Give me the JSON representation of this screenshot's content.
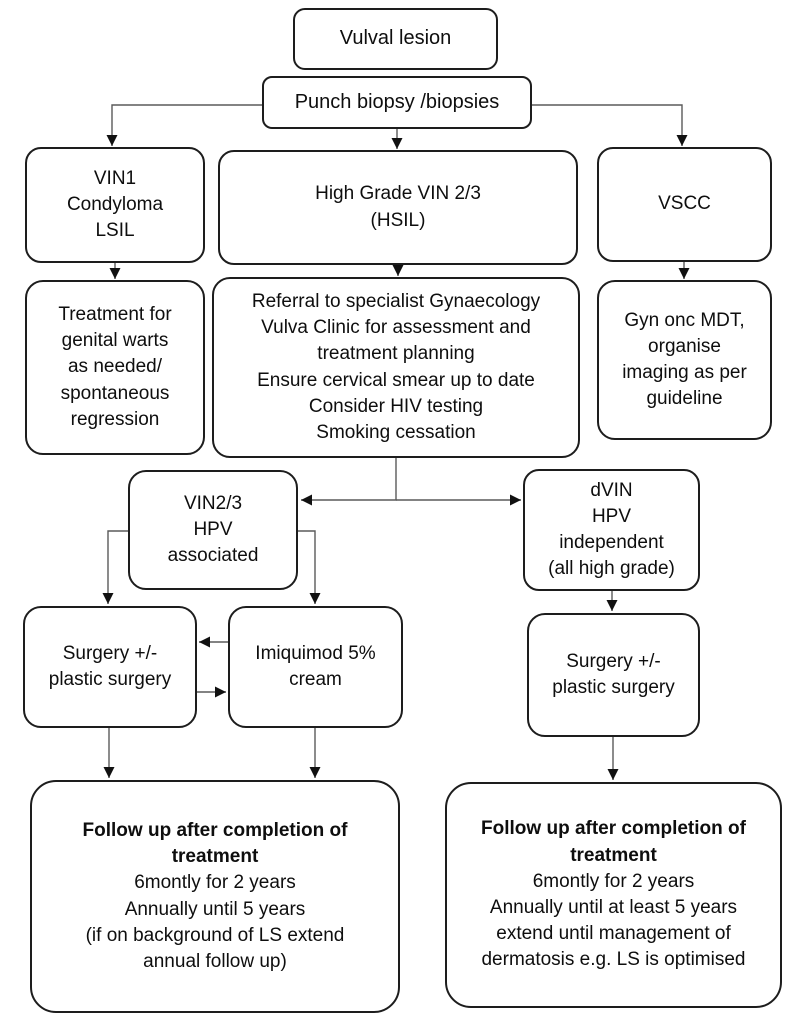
{
  "diagram_title": "Vulval lesion management flowchart",
  "colors": {
    "box_border": "#1d1d1d",
    "connector": "#5a5a5a",
    "arrowhead": "#111111",
    "background": "#ffffff",
    "text": "#0e0e0e"
  },
  "boxes": {
    "vulval_lesion": {
      "lines": [
        "Vulval lesion"
      ]
    },
    "punch_biopsy": {
      "lines": [
        "Punch biopsy /biopsies"
      ]
    },
    "vin1": {
      "lines": [
        "VIN1",
        "Condyloma",
        "LSIL"
      ]
    },
    "high_grade": {
      "lines": [
        "High Grade VIN 2/3",
        "(HSIL)"
      ]
    },
    "vscc": {
      "lines": [
        "VSCC"
      ]
    },
    "warts": {
      "lines": [
        "Treatment for",
        "genital warts",
        "as needed/",
        "spontaneous",
        "regression"
      ]
    },
    "referral": {
      "lines": [
        "Referral to specialist Gynaecology",
        "Vulva Clinic for assessment and",
        "treatment planning",
        "Ensure cervical smear up to date",
        "Consider HIV testing",
        "Smoking cessation"
      ]
    },
    "gyn_onc": {
      "lines": [
        "Gyn onc MDT,",
        "organise",
        "imaging as per",
        "guideline"
      ]
    },
    "vin23_hpv": {
      "lines": [
        "VIN2/3",
        "HPV",
        "associated"
      ]
    },
    "dvin": {
      "lines": [
        "dVIN",
        "HPV",
        "independent",
        "(all high grade)"
      ]
    },
    "surgery_left": {
      "lines": [
        "Surgery +/-",
        "plastic surgery"
      ]
    },
    "imiquimod": {
      "lines": [
        "Imiquimod 5%",
        "cream"
      ]
    },
    "surgery_right": {
      "lines": [
        "Surgery +/-",
        "plastic surgery"
      ]
    },
    "followup_left": {
      "title": "Follow up after completion of treatment",
      "lines": [
        "6montly for 2 years",
        "Annually until 5 years",
        "(if on background of LS extend",
        "annual follow up)"
      ]
    },
    "followup_right": {
      "title": "Follow up after completion of treatment",
      "lines": [
        "6montly for 2 years",
        "Annually until at least 5 years",
        "extend until management of",
        "dermatosis e.g. LS is optimised"
      ]
    }
  }
}
